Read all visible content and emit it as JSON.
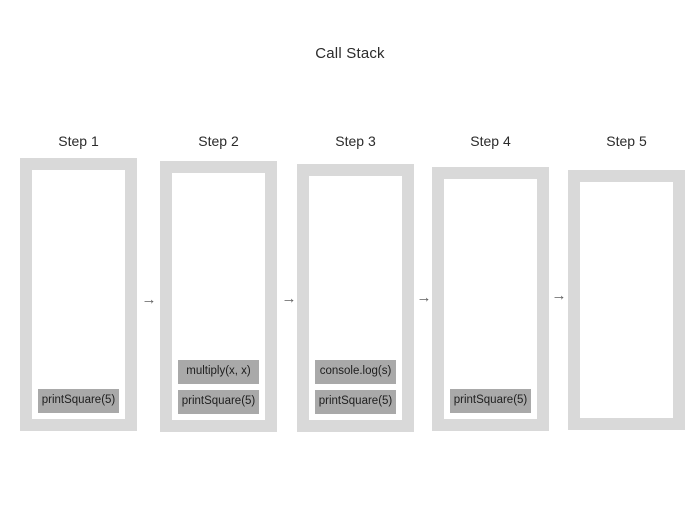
{
  "title": "Call Stack",
  "steps": [
    {
      "label": "Step 1",
      "frames": [
        "printSquare(5)"
      ]
    },
    {
      "label": "Step 2",
      "frames": [
        "multiply(x, x)",
        "printSquare(5)"
      ]
    },
    {
      "label": "Step 3",
      "frames": [
        "console.log(s)",
        "printSquare(5)"
      ]
    },
    {
      "label": "Step 4",
      "frames": [
        "printSquare(5)"
      ]
    },
    {
      "label": "Step 5",
      "frames": []
    }
  ],
  "arrows": [
    {
      "glyph": "→"
    },
    {
      "glyph": "→"
    },
    {
      "glyph": "→"
    },
    {
      "glyph": "→"
    }
  ],
  "colors": {
    "frame_border": "#d9d9d9",
    "frame_interior": "#ffffff",
    "block_fill": "#a9a9a9",
    "text": "#2b2b2b",
    "arrow": "#606060",
    "background": "#ffffff"
  }
}
